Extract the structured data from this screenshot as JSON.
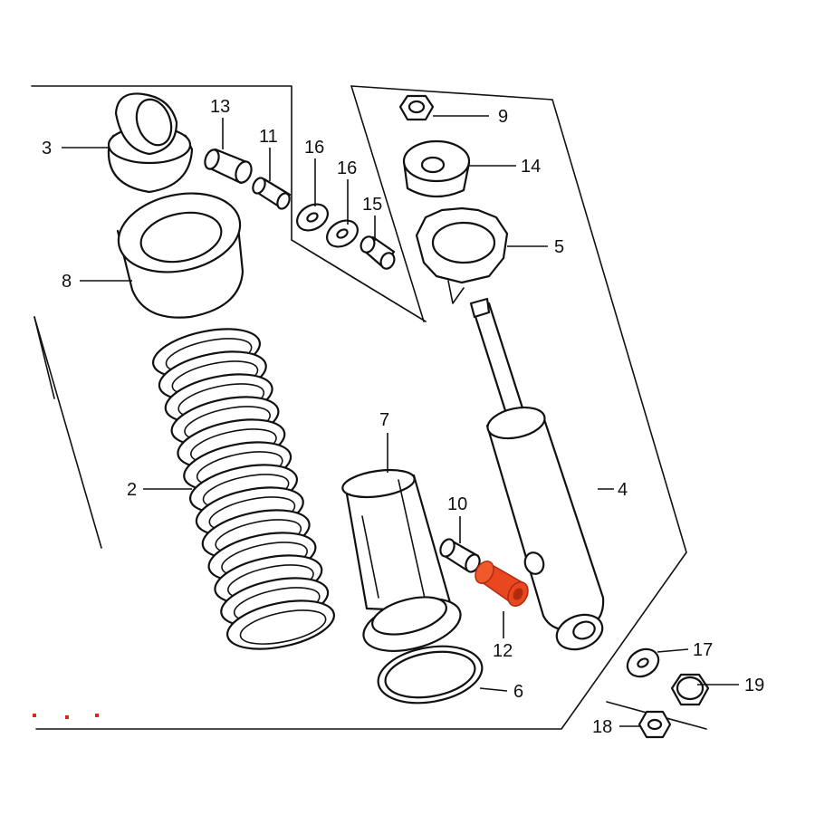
{
  "diagram": {
    "labels": {
      "p2": "2",
      "p3": "3",
      "p4": "4",
      "p5": "5",
      "p6": "6",
      "p7": "7",
      "p8": "8",
      "p9": "9",
      "p10": "10",
      "p11": "11",
      "p12": "12",
      "p13": "13",
      "p14": "14",
      "p15": "15",
      "p16a": "16",
      "p16b": "16",
      "p17": "17",
      "p18": "18",
      "p19": "19"
    },
    "colors": {
      "line": "#111111",
      "highlight": "#e8471f",
      "highlight_dark": "#b22a10",
      "background": "#ffffff"
    },
    "highlighted_part": "12"
  }
}
